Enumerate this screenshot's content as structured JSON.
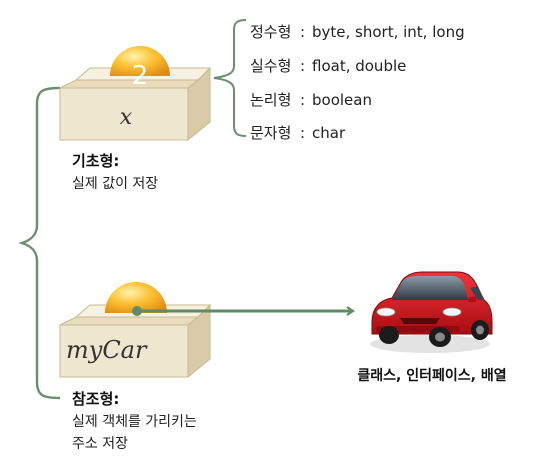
{
  "primitive": {
    "box_value": "2",
    "box_label": "x",
    "title": "기초형:",
    "description": "실제 값이 저장",
    "kinds": [
      {
        "name": "정수형",
        "types": "byte, short, int, long"
      },
      {
        "name": "실수형",
        "types": "float, double"
      },
      {
        "name": "논리형",
        "types": "boolean"
      },
      {
        "name": "문자형",
        "types": "char"
      }
    ]
  },
  "reference": {
    "box_label": "myCar",
    "title": "참조형:",
    "description_lines": [
      "실제 객체를 가리키는",
      "주소 저장"
    ],
    "target_caption": "클래스, 인터페이스, 배열"
  },
  "colors": {
    "bracket": "#6a8f6f",
    "box_front": "#efe6d0",
    "box_side": "#d9cba8",
    "ball_light": "#ffd86b",
    "ball_dark": "#e79a12",
    "car_body": "#d8141b"
  }
}
